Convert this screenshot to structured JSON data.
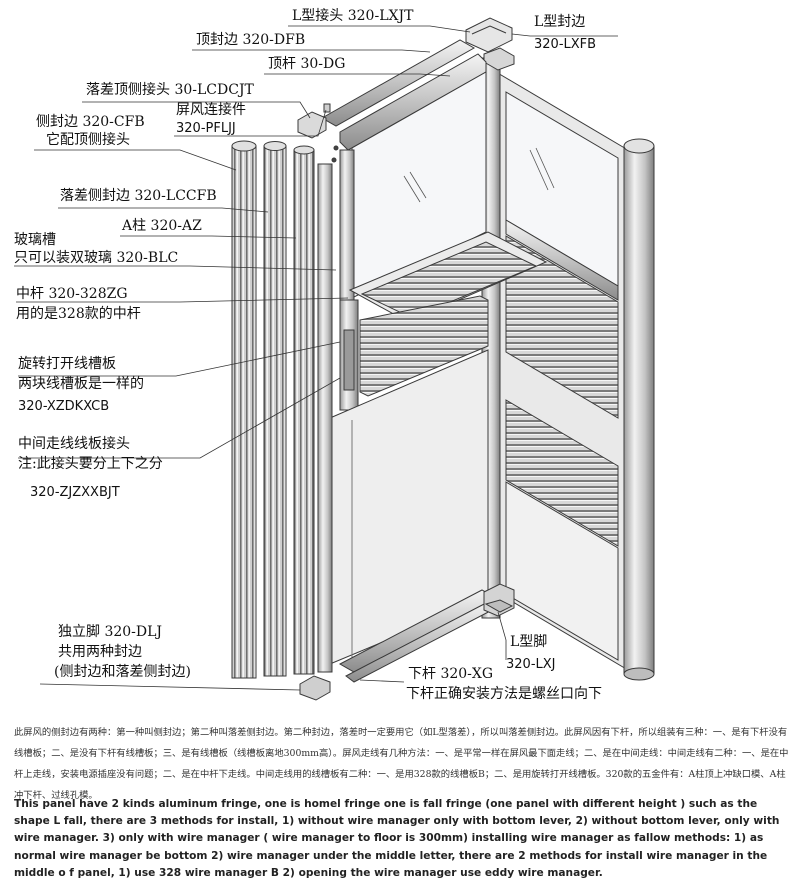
{
  "labels": {
    "l_joint": "L型接头 320-LXJT",
    "top_edge": "顶封边 320-DFB",
    "l_edge_cn": "L型封边",
    "l_edge_code": "320-LXFB",
    "top_rail": "顶杆 30-DG",
    "step_top_joint": "落差顶侧接头 30-LCDCJT",
    "connector_cn": "屏风连接件",
    "connector_code": "320-PFLJJ",
    "side_edge_1": "侧封边 320-CFB",
    "side_edge_2": "它配顶侧接头",
    "step_side_edge": "落差侧封边 320-LCCFB",
    "post_a": "A柱 320-AZ",
    "glass_slot_1": "玻璃槽",
    "glass_slot_2": "只可以装双玻璃 320-BLC",
    "mid_rail_1": "中杆 320-328ZG",
    "mid_rail_2": "用的是328款的中杆",
    "wire_board_1": "旋转打开线槽板",
    "wire_board_2": "两块线槽板是一样的",
    "wire_board_code": "320-XZDKXCB",
    "mid_joint_1": "中间走线线板接头",
    "mid_joint_2": "注:此接头要分上下之分",
    "mid_joint_code": "320-ZJZXXBJT",
    "foot_1": "独立脚 320-DLJ",
    "foot_2": "共用两种封边",
    "foot_3": "(侧封边和落差侧封边)",
    "l_foot_cn": "L型脚",
    "l_foot_code": "320-LXJ",
    "bottom_rail": "下杆 320-XG",
    "bottom_rail_note": "下杆正确安装方法是螺丝口向下"
  },
  "notes": {
    "cn": "此屏风的侧封边有两种：第一种叫侧封边；第二种叫落差侧封边。第二种封边，落差时一定要用它（如L型落差），所以叫落差侧封边。此屏风因有下杆，所以组装有三种：一、是有下杆没有线槽板；二、是没有下杆有线槽板；三、是有线槽板（线槽板离地300mm高）。屏风走线有几种方法：一、是平常一样在屏风最下面走线；二、是在中间走线：中间走线有二种：一、是在中杆上走线，安装电源插座没有问题；二、是在中杆下走线。中间走线用的线槽板有二种：一、是用328款的线槽板B；二、是用旋转打开线槽板。320款的五金件有：A柱顶上冲缺口模、A柱冲下杆、过线孔模。",
    "en": "This panel have 2 kinds aluminum fringe, one is homel  fringe one is fall fringe (one panel with different height ) such as the  shape L fall, there are 3 methods for install, 1) without wire manager only  with  bottom lever, 2) without  bottom lever, only  with  wire  manager. 3) only  with wire manager ( wire manager to floor is 300mm) installing wire manager as fallow methods: 1) as normal wire manager be bottom  2) wire manager under the middle letter,  there are 2 methods for install wire manager in the middle o f panel, 1) use 328  wire  manager  B  2) opening  the  wire manager use eddy wire manager."
  },
  "colors": {
    "aluminum_light": "#eeeeee",
    "aluminum_mid": "#c8c8c8",
    "aluminum_dark": "#8a8a8a",
    "outline": "#3a3a3a",
    "glass": "#f4f6f8"
  }
}
